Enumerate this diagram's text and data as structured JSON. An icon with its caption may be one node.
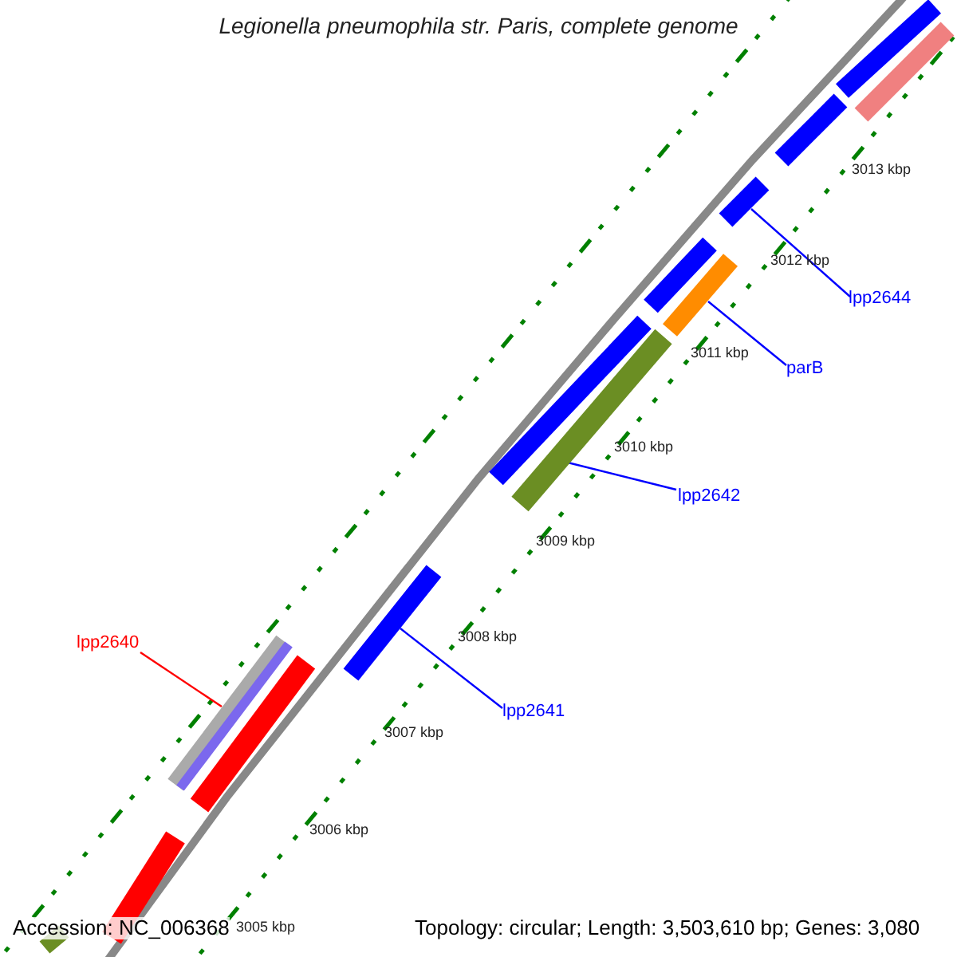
{
  "diagram": {
    "title": "Legionella pneumophila str. Paris, complete genome",
    "nodes": [
      {
        "text": [
          "lpp2644"
        ]
      },
      {
        "text": [],
        "shape": "bar"
      },
      {
        "text": [
          "parB"
        ]
      },
      {
        "text": [],
        "shape": "bar"
      },
      {
        "text": [
          "lpp2642"
        ]
      },
      {
        "text": [],
        "shape": "bar"
      },
      {
        "text": [
          "lpp2640"
        ]
      },
      {
        "text": [],
        "shape": "bar"
      },
      {
        "text": [
          "lpp2641"
        ]
      },
      {
        "text": [],
        "shape": "bar"
      },
      {
        "text": [],
        "shape": "bar"
      },
      {
        "text": [],
        "shape": "bar"
      },
      {
        "text": [],
        "shape": "bar"
      },
      {
        "text": [],
        "shape": "bar"
      },
      {
        "text": [],
        "shape": "bar"
      },
      {
        "text": [],
        "shape": "bar"
      },
      {
        "text": [],
        "shape": "bar"
      },
      {
        "text": [],
        "shape": "bar"
      }
    ],
    "edges": [
      {
        "from": 0,
        "to": 1,
        "arrow": "none"
      },
      {
        "from": 2,
        "to": 3,
        "arrow": "none"
      },
      {
        "from": 4,
        "to": 5,
        "arrow": "none"
      },
      {
        "from": 6,
        "to": 7,
        "arrow": "none",
        "color": "#ff0000"
      },
      {
        "from": 8,
        "to": 9,
        "arrow": "none"
      }
    ],
    "labels": [
      "3013 kbp",
      "3012 kbp",
      "3011 kbp",
      "3010 kbp",
      "3009 kbp",
      "3008 kbp",
      "3007 kbp",
      "3006 kbp",
      "Accession: NC_006368",
      "3005 kbp",
      "Topology: circular; Length: 3,503,610 bp; Genes: 3,080"
    ]
  }
}
